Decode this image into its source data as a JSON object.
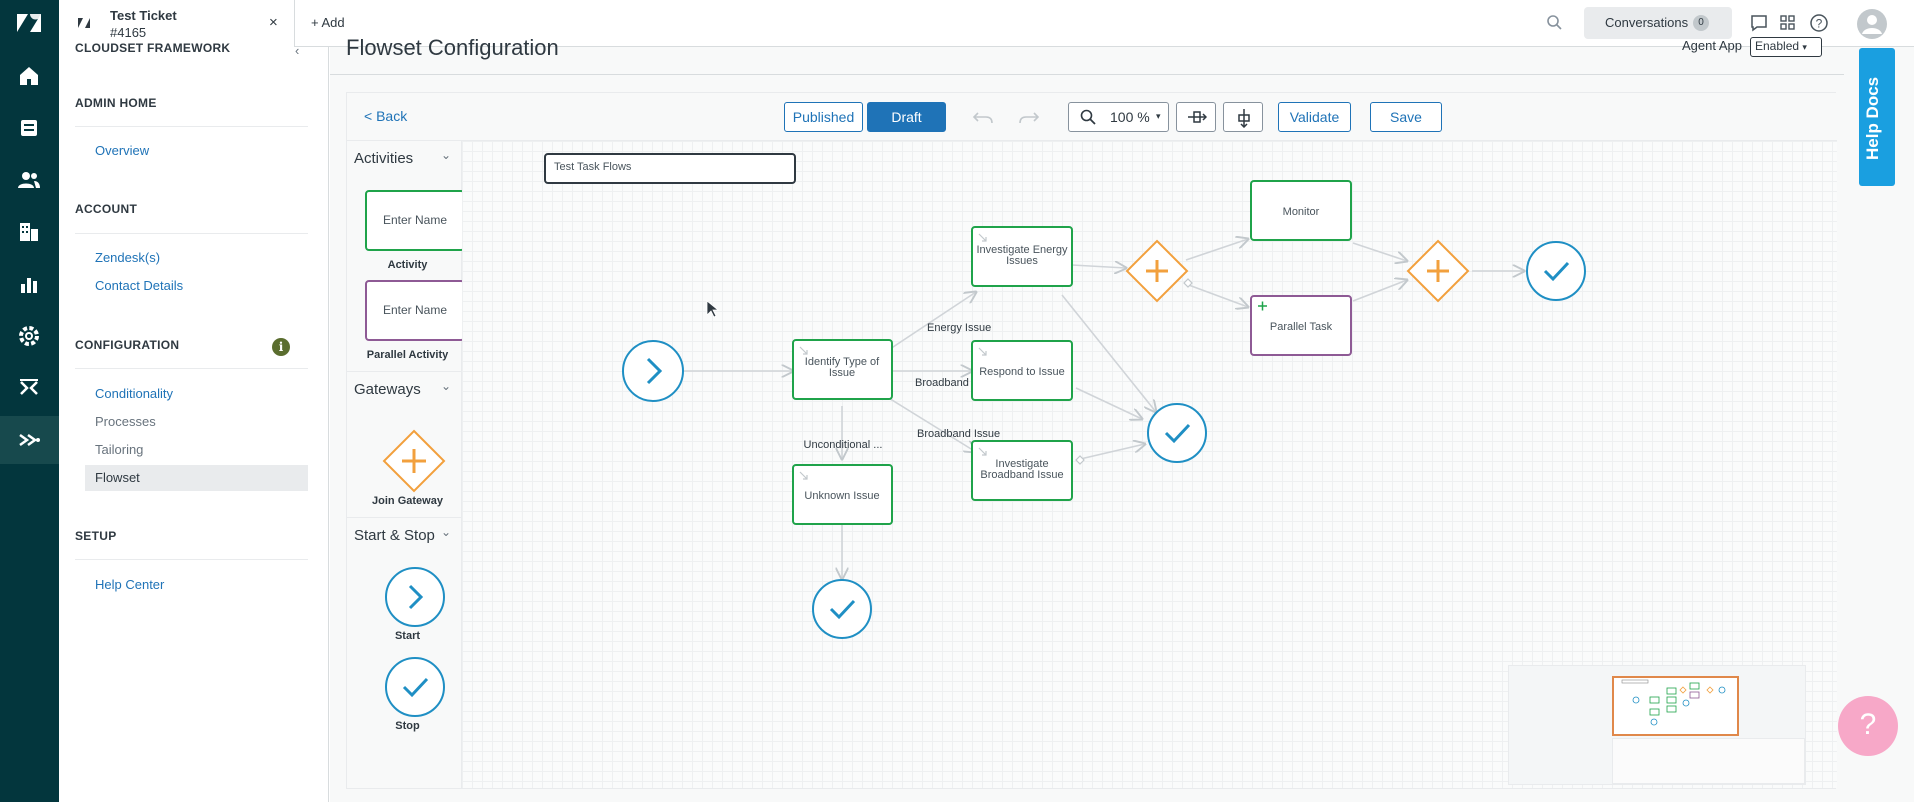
{
  "tab": {
    "title": "Test Ticket",
    "subtitle": "#4165",
    "close": "×"
  },
  "topbar": {
    "add_label": "+ Add",
    "conversations_label": "Conversations",
    "conversations_count": "0"
  },
  "admin": {
    "header": "CLOUDSET FRAMEWORK",
    "sections": [
      {
        "title": "ADMIN HOME",
        "items": [
          "Overview"
        ]
      },
      {
        "title": "ACCOUNT",
        "items": [
          "Zendesk(s)",
          "Contact Details"
        ]
      },
      {
        "title": "CONFIGURATION",
        "items": [
          "Conditionality",
          "Processes",
          "Tailoring",
          "Flowset"
        ]
      },
      {
        "title": "SETUP",
        "items": [
          "Help Center"
        ]
      }
    ],
    "selected_item": "Flowset"
  },
  "page": {
    "title": "Flowset Configuration",
    "agent_app_label": "Agent App",
    "agent_app_value": "Enabled"
  },
  "toolbar": {
    "back_label": "< Back",
    "published_label": "Published",
    "draft_label": "Draft",
    "zoom_value": "100 %",
    "validate_label": "Validate",
    "save_label": "Save"
  },
  "palette": {
    "activities_title": "Activities",
    "activity_placeholder": "Enter Name",
    "activity_label": "Activity",
    "parallel_placeholder": "Enter Name",
    "parallel_label": "Parallel Activity",
    "gateways_title": "Gateways",
    "join_gateway_label": "Join Gateway",
    "startstop_title": "Start & Stop",
    "start_label": "Start",
    "stop_label": "Stop"
  },
  "flow": {
    "name": "Test Task Flows",
    "nodes": {
      "identify": "Identify Type of Issue",
      "energy": "Investigate Energy Issues",
      "respond": "Respond to Issue",
      "broadband": "Investigate Broadband Issue",
      "unknown": "Unknown Issue",
      "monitor": "Monitor",
      "parallel": "Parallel Task"
    },
    "edges": {
      "energy": "Energy Issue",
      "broadband_trunc": "Broadband Issu...",
      "broadband": "Broadband Issue",
      "unconditional": "Unconditional ..."
    }
  },
  "help": {
    "docs_label": "Help Docs",
    "fab_label": "?"
  },
  "colors": {
    "nav": "#03363d",
    "accent": "#1f73b7",
    "activity": "#1fa34a",
    "parallel": "#8e5a95",
    "gateway": "#f2a03d",
    "event": "#1f8fc4"
  }
}
